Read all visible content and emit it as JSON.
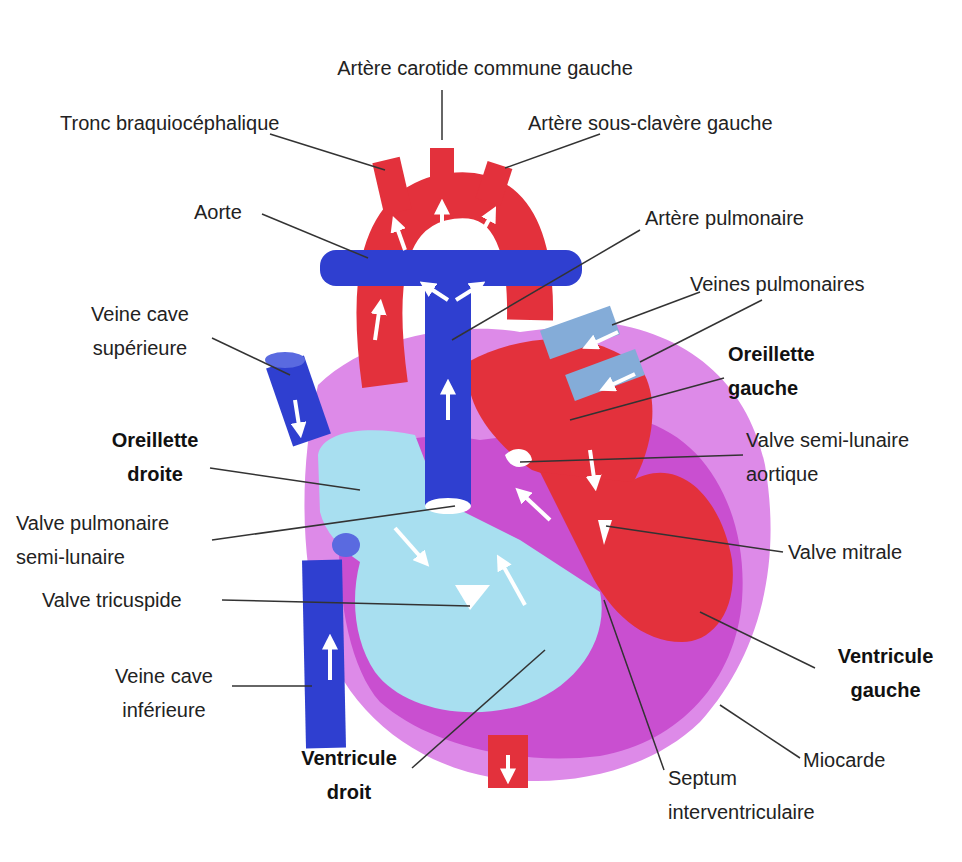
{
  "diagram": {
    "labels": [
      "Artère carotide commune gauche",
      "Tronc braquiocéphalique",
      "Artère sous-clavère gauche",
      "Aorte",
      "Artère pulmonaire",
      "Veines pulmonaires",
      "Veine cave supérieure",
      "Oreillette gauche",
      "Oreillette droite",
      "Valve semi-lunaire aortique",
      "Valve pulmonaire semi-lunaire",
      "Valve mitrale",
      "Valve tricuspide",
      "Veine cave inférieure",
      "Ventricule gauche",
      "Ventricule droit",
      "Miocarde",
      "Septum interventriculaire"
    ]
  }
}
